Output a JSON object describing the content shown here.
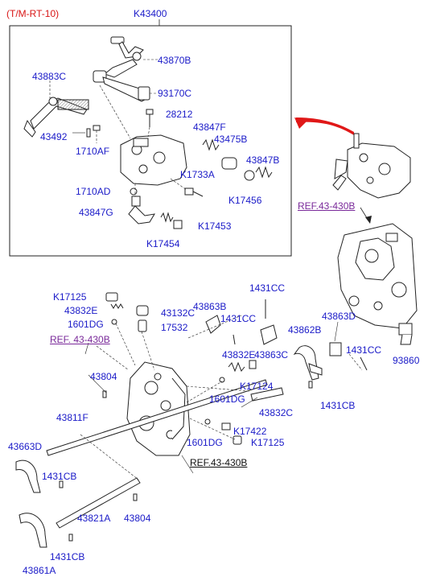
{
  "diagram_code": "(T/M-RT-10)",
  "assembly_label": "K43400",
  "references": {
    "top_right": "REF.43-430B",
    "mid_left": "REF. 43-430B",
    "bottom": "REF.43-430B"
  },
  "parts": {
    "p43870B": "43870B",
    "p43883C": "43883C",
    "p93170C": "93170C",
    "p28212": "28212",
    "p43492": "43492",
    "p1710AF": "1710AF",
    "p43847F": "43847F",
    "p43475B": "43475B",
    "p43847B": "43847B",
    "pK17333A": "K1733A",
    "p1710AD": "1710AD",
    "pK17456": "K17456",
    "p43847G": "43847G",
    "pK17453": "K17453",
    "pK17454": "K17454",
    "pK17125a": "K17125",
    "p43832E_a": "43832E",
    "p43132C": "43132C",
    "p1601DG_a": "1601DG",
    "p17532": "17532",
    "p43863B": "43863B",
    "p1431CC_a": "1431CC",
    "p1431CC_b": "1431CC",
    "p43863D": "43863D",
    "p43862B": "43862B",
    "p1431CC_c": "1431CC",
    "p43832E_b": "43832E",
    "p43863C": "43863C",
    "p93860": "93860",
    "p43804_a": "43804",
    "pK17124": "K17124",
    "p1601DG_b": "1601DG",
    "p1431CB_a": "1431CB",
    "p43832C": "43832C",
    "p43811F": "43811F",
    "pK17422": "K17422",
    "p1601DG_c": "1601DG",
    "pK17125b": "K17125",
    "p43663D": "43663D",
    "p1431CB_b": "1431CB",
    "p43821A": "43821A",
    "p43804_b": "43804",
    "p1431CB_c": "1431CB",
    "p43861A": "43861A"
  },
  "colors": {
    "label": "#1a1ac8",
    "code": "#d81414",
    "reference": "#7a2a9a",
    "arrow": "#e01818",
    "line": "#222222"
  }
}
